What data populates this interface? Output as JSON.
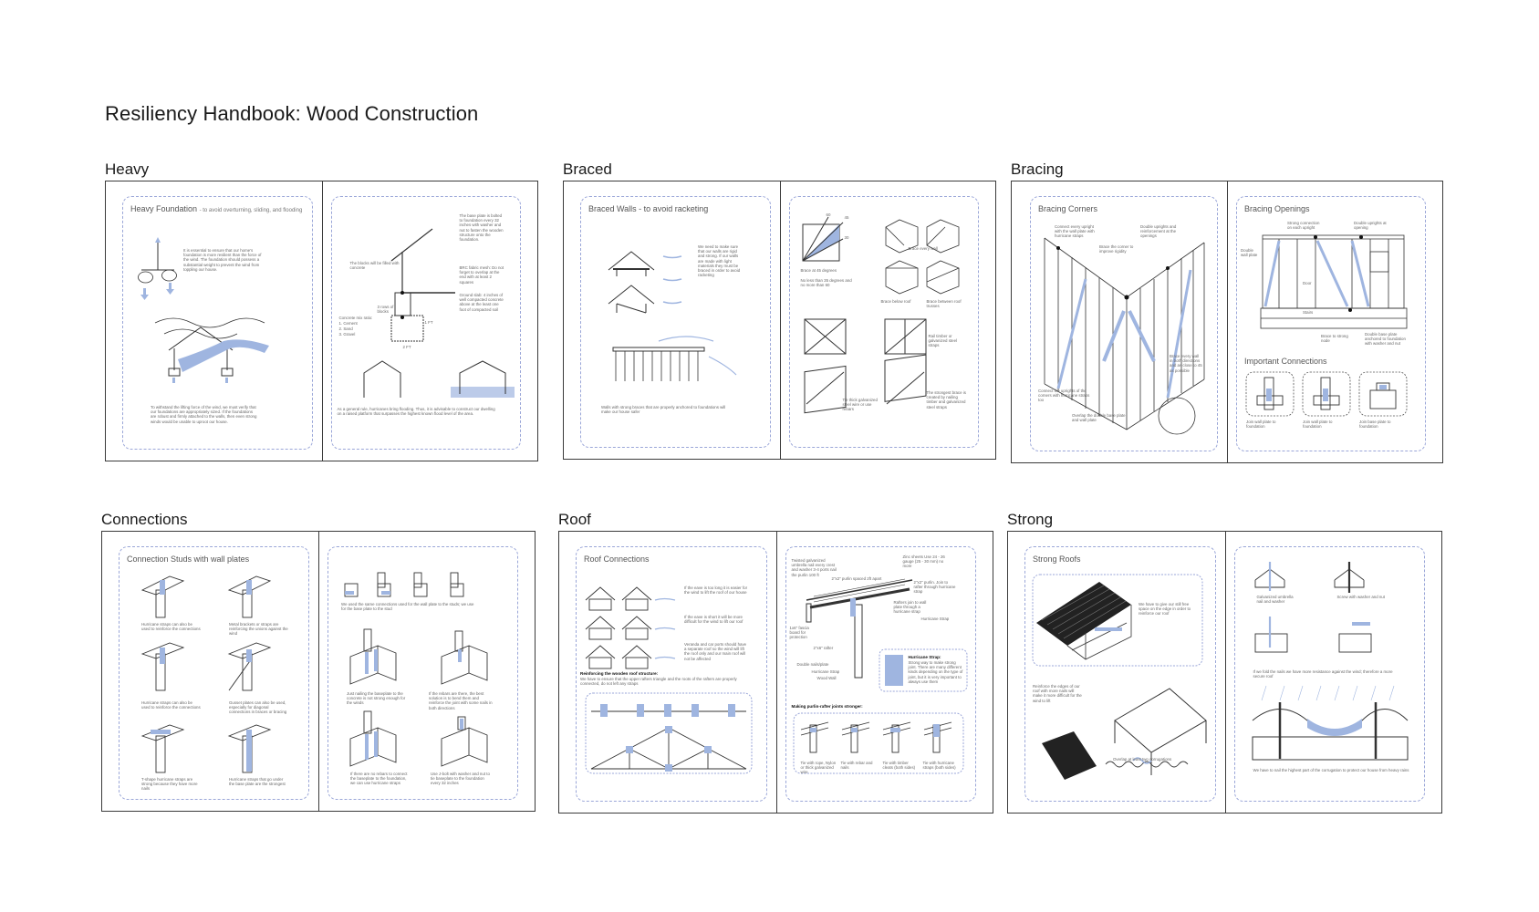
{
  "title": "Resiliency Handbook: Wood Construction",
  "sections": {
    "heavy_foundations": {
      "title": "Heavy Foundations",
      "left_page": {
        "heading": "Heavy Foundation",
        "heading_sub": "- to avoid overturning, sliding, and flooding",
        "text_1": "It is essential to ensure that our home's foundation is more resilient than the force of the wind. The foundation should possess a substantial weight to prevent the wind from toppling our house.",
        "text_2": "To withstand the lifting force of the wind, we must verify that our foundations are appropriately sized. If the foundations are robust and firmly attached to the walls, then even strong winds would be unable to uproot our house."
      },
      "right_page": {
        "base_plate": "The base plate is bolted to foundation every 32 inches with washer and nut to fasten the wooden structure onto the foundation.",
        "blocks_filled": "The blocks will be filled with concrete",
        "brc": "BRC fabric mesh: Do not forget to overlap at the end with at least 2 squares",
        "ground_slab": "Ground slab: 4 inches of well compacted concrete above at the least one foot of compacted soil",
        "rows_blocks": "3 rows of blocks",
        "mix_title": "Concrete mix ratio:",
        "mix": [
          "1. Cement",
          "2. Sand",
          "3. Gravel"
        ],
        "dim_1": "1 FT",
        "dim_2": "2 FT",
        "flood_text": "As a general rule, hurricanes bring flooding. Thus, it is advisable to construct our dwelling on a raised platform that surpasses the highest known flood level of the area."
      }
    },
    "braced_walls": {
      "title": "Braced Walls",
      "left_page": {
        "heading": "Braced Walls - to avoid racketing",
        "text_1": "We need to make sure that our walls are rigid and strong. If our walls are made with light materials they must be braced in order to avoid racketing",
        "text_2": "Walls with strong braces that are properly anchored to foundations will make our house safer"
      },
      "right_page": {
        "angle_60": "60",
        "angle_45": "45",
        "angle_30": "30",
        "brace_45": "Brace at 45 degrees",
        "brace_range": "No less than 35 degrees and no more than 60",
        "brace_every_wall": "Brace every wall",
        "brace_below_roof": "Brace below roof",
        "brace_between_trusses": "Brace between roof trusses",
        "rail_timber": "Rail timber or galvanized steel straps",
        "tie_thick": "Tie thick galvanized steel wire or use rebars",
        "strongest_brace": "The strongest brace is created by nailing timber and galvanized steel straps"
      }
    },
    "bracing_corners": {
      "title": "Bracing Corners",
      "left_page": {
        "heading": "Bracing Corners",
        "connect_upright": "Connect every upright with the wall plate with hurricane straps",
        "brace_corner": "Brace the corner to improve rigidity",
        "double_uprights": "Double uprights and reinforcement at the openings",
        "brace_every_wall": "Brace every wall in both directions and as close to 45 as possible",
        "connect_corners": "Connect the uprights of the corners with hurricane straps too",
        "overlap": "Overlap the double base plate and wall plate"
      },
      "right_page": {
        "heading": "Bracing Openings",
        "strong_connection": "Strong connection on each upright",
        "double_uprights_opening": "Double uprights at opening",
        "double_wall_plate": "Double wall plate",
        "door": "Door",
        "stairs": "Stairs",
        "brace_strong_node": "Brace to strong node",
        "double_base_plate": "Double base plate anchored to foundation with washer and nut",
        "important_connections": "Important Connections",
        "join_wall_plate": "Join wall plate to foundation",
        "join_wall_plate_2": "Join wall plate to foundation",
        "join_base_plate": "Join base plate to foundation"
      }
    },
    "connections": {
      "title": "Connections",
      "left_page": {
        "heading": "Connection Studs with wall plates",
        "c1": "Hurricane straps can also be used to reinforce the connections",
        "c2": "Metal brackets or straps are reinforcing the unions against the wind",
        "c3": "Hurricane straps can also be used to reinforce the connections",
        "c4": "Gusset plates can also be used, especially for diagonal connections in braces or bracing",
        "c5": "T-shape hurricane straps are strong because they have more nails",
        "c6": "Hurricane straps that go under the base plate are the strongest"
      },
      "right_page": {
        "intro": "We used the same connections used for the wall plate to the studs; we use for the base plate to the stud",
        "c1": "Just nailing the baseplate to the concrete is not strong enough for the winds",
        "c2": "If the rebars are there, the best solution is to bend them and reinforce the joint with some nails in both directions",
        "c3": "If there are no rebars to connect the baseplate to the foundation, we can use hurricane straps",
        "c4": "Use J-bolt with washer and nut to tie baseplate to the foundation every 32 inches"
      }
    },
    "roof_connections": {
      "title": "Roof Connections",
      "left_page": {
        "heading": "Roof Connections",
        "t1": "If the eave is too long it is easier for the wind to lift the roof of our house",
        "t2": "If the eave is short it will be more difficult for the wind to lift our roof",
        "t3": "Veranda and car ports should have a separate roof so the wind will lift the roof only and our main roof will not be affected",
        "reinforcing": "Reinforcing the wooden roof structure:",
        "reinforcing_sub": "We have to ensure that the upper rafters triangle and the roots of the rafters are properly connected, do not left any straps"
      },
      "right_page": {
        "galv_nail": "Twisted galvanized umbrella nail every crest and washer 3-4 ports nail the purlin 100 ft",
        "roof_sheets": "Zinc sheets Use 24 - 26 gauge (25 - 30 mm) no more",
        "purlin": "2\"x2\" purlin spaced 2ft apart",
        "fascia": "1x6\" fascia board for protection",
        "rafter": "2\"x6\" rafter",
        "double_nail": "Double nails/plate",
        "strap": "Hurricane Strap",
        "wall_plate": "Wood Wall",
        "two_purlin": "2\"x2\" purlin. Join to rafter through hurricane strap",
        "rafter_strap": "Rafters join to wall plate through a hurricane strap",
        "strap_note": "Hurricane Strap",
        "strap_detail_title": "Hurricane Strap:",
        "strap_detail": "Strong way to make strong joint. There are many different kinds depending on the type of joint, but it is very important to always use them",
        "joints_title": "Making purlin-rafter joints stronger:",
        "j1": "Tie with rope, Nylon or thick galvanized wire",
        "j2": "Tie with rebar and nails",
        "j3": "Tie with timber cleats (both sides)",
        "j4": "Tie with hurricane straps (both sides)"
      }
    },
    "strong_roofs": {
      "title": "Strong Roofs",
      "left_page": {
        "heading": "Strong Roofs",
        "t1": "We have to give our still free space on the edge in order to reinforce our roof",
        "t2": "Reinforce the edges of our roof with more nails will make it more difficult for the wind to lift",
        "t3": "Overlap at least two corrugations"
      },
      "right_page": {
        "t1": "Galvanized umbrella nail and washer",
        "t2": "Screw with washer and nut",
        "t3": "If we fold the nails we have more resistance against the wind; therefore a more secure roof",
        "t4": "We have to nail the highest part of the corrugation to protect our house from heavy rains"
      }
    }
  }
}
